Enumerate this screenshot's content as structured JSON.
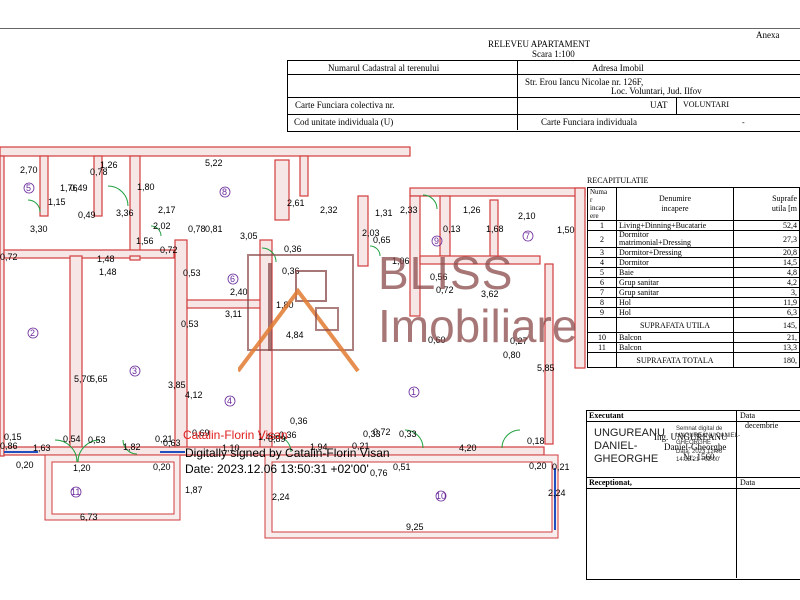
{
  "header": {
    "title": "RELEVEU  APARTAMENT",
    "scale": "Scara 1:100",
    "annex": "Anexa",
    "cadastral_label": "Numarul Cadastral al terenului",
    "address_label": "Adresa Imobil",
    "address_line1": "Str. Erou Iancu Nicolae nr. 126F,",
    "address_line2": "Loc. Voluntari, Jud. Ilfov",
    "carte_colectiva_label": "Carte Funciara colectiva nr.",
    "uat_label": "UAT",
    "uat_value": "VOLUNTARI",
    "cod_unitate_label": "Cod unitate individuala (U)",
    "carte_individuala_label": "Carte Funciara individuala",
    "carte_individuala_value": "-"
  },
  "recap": {
    "title": "RECAPITULATIE",
    "col_nr": "Numa\nr\nincap\nere",
    "col_name": "Denumire\nincapere",
    "col_area": "Suprafe\nutila [m",
    "rows": [
      {
        "nr": "1",
        "name": "Living+Dinning+Bucatarie",
        "area": "52,4"
      },
      {
        "nr": "2",
        "name": "Dormitor\nmatrimonial+Dressing",
        "area": "27,3"
      },
      {
        "nr": "3",
        "name": "Dormitor+Dressing",
        "area": "20,8"
      },
      {
        "nr": "4",
        "name": "Dormitor",
        "area": "14,5"
      },
      {
        "nr": "5",
        "name": "Baie",
        "area": "4,8"
      },
      {
        "nr": "6",
        "name": "Grup sanitar",
        "area": "4,2"
      },
      {
        "nr": "7",
        "name": "Grup sanitar",
        "area": "3,"
      },
      {
        "nr": "8",
        "name": "Hol",
        "area": "11,9"
      },
      {
        "nr": "9",
        "name": "Hol",
        "area": "6,3"
      }
    ],
    "util_label": "SUPRAFATA  UTILA",
    "util_value": "145,",
    "balcony_rows": [
      {
        "nr": "10",
        "name": "Balcon",
        "area": "21,"
      },
      {
        "nr": "11",
        "name": "Balcon",
        "area": "13,3"
      }
    ],
    "total_label": "SUPRAFATA TOTALA",
    "total_value": "180,"
  },
  "executant": {
    "label": "Executant",
    "date_label": "Data",
    "date_value": "decembrie",
    "engineer_line1": "Ing. UNGUREANU",
    "engineer_line2": "Daniel-Gheorghe",
    "cert": "Nr. 1560",
    "sig_name_1": "UNGUREANU",
    "sig_name_2": "DANIEL-",
    "sig_name_3": "GHEORGHE",
    "sig_small_1": "Semnat digital de",
    "sig_small_2": "UNGUREANU DANIEL-",
    "sig_small_3": "GHEORGHE",
    "sig_small_4": "Data: 2023.12.06",
    "sig_small_5": "14:33:21 +02'00'",
    "receptionat_label": "Receptionat,",
    "data2_label": "Data"
  },
  "signature": {
    "name": "Catalin-Florin Visan",
    "line1": "Digitally signed by Catalin-Florin Visan",
    "line2": "Date: 2023.12.06 13:50:31 +02'00'"
  },
  "watermark": {
    "brand_top": "BLISS",
    "brand_bottom": "Imobiliare"
  },
  "plan": {
    "rooms": [
      "1",
      "2",
      "3",
      "4",
      "5",
      "6",
      "7",
      "8",
      "9",
      "10",
      "11"
    ],
    "dims": [
      "2,70",
      "1,26",
      "5,22",
      "1,76",
      "0,49",
      "1,15",
      "0,49",
      "0,78",
      "3,30",
      "1,80",
      "3,36",
      "2,17",
      "2,02",
      "0,78",
      "0,81",
      "3,05",
      "2,61",
      "2,32",
      "1,31",
      "2,33",
      "1,26",
      "2,10",
      "2,03",
      "0,65",
      "0,13",
      "1,68",
      "1,50",
      "0,72",
      "1,48",
      "1,48",
      "1,56",
      "0,72",
      "0,53",
      "0,36",
      "2,40",
      "0,36",
      "1,06",
      "0,56",
      "0,72",
      "3,62",
      "0,53",
      "3,11",
      "1,80",
      "4,84",
      "5,70",
      "5,65",
      "3,85",
      "4,12",
      "0,60",
      "0,27",
      "0,80",
      "5,85",
      "0,69",
      "0,36",
      "0,36",
      "1,63",
      "0,54",
      "0,53",
      "1,82",
      "0,63",
      "0,21",
      "1,94",
      "0,33",
      "0,72",
      "0,33",
      "0,21",
      "0,15",
      "0,86",
      "0,20",
      "1,20",
      "0,20",
      "0,51",
      "0,76",
      "4,20",
      "0,18",
      "0,20",
      "0,21",
      "1,87",
      "2,24",
      "2,24",
      "6,73",
      "9,25",
      "1,40",
      "0,89",
      "1,10"
    ]
  }
}
